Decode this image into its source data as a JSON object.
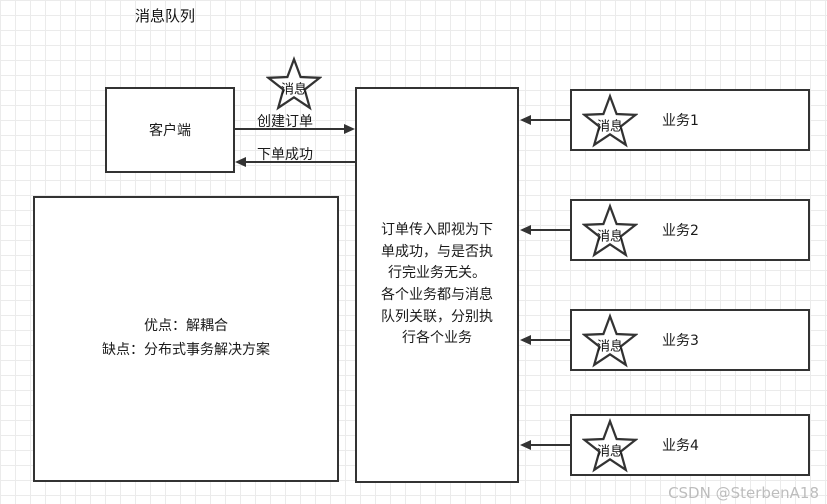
{
  "title": "消息队列",
  "client": {
    "label": "客户端"
  },
  "flow": {
    "create_order_label": "创建订单",
    "order_success_label": "下单成功"
  },
  "star_label": "消息",
  "queue_box": {
    "text1": "订单传入即视为下单成功，与是否执行完业务无关。",
    "text2": "各个业务都与消息队列关联，分别执行各个业务"
  },
  "note_box": {
    "line1": "优点：解耦合",
    "line2": "缺点：分布式事务解决方案"
  },
  "services": [
    {
      "label": "业务1",
      "star_label": "消息"
    },
    {
      "label": "业务2",
      "star_label": "消息"
    },
    {
      "label": "业务3",
      "star_label": "消息"
    },
    {
      "label": "业务4",
      "star_label": "消息"
    }
  ],
  "watermark": "CSDN @SterbenA18",
  "colors": {
    "stroke": "#333333",
    "grid": "#ebebeb",
    "watermark": "#bdbdbd"
  }
}
